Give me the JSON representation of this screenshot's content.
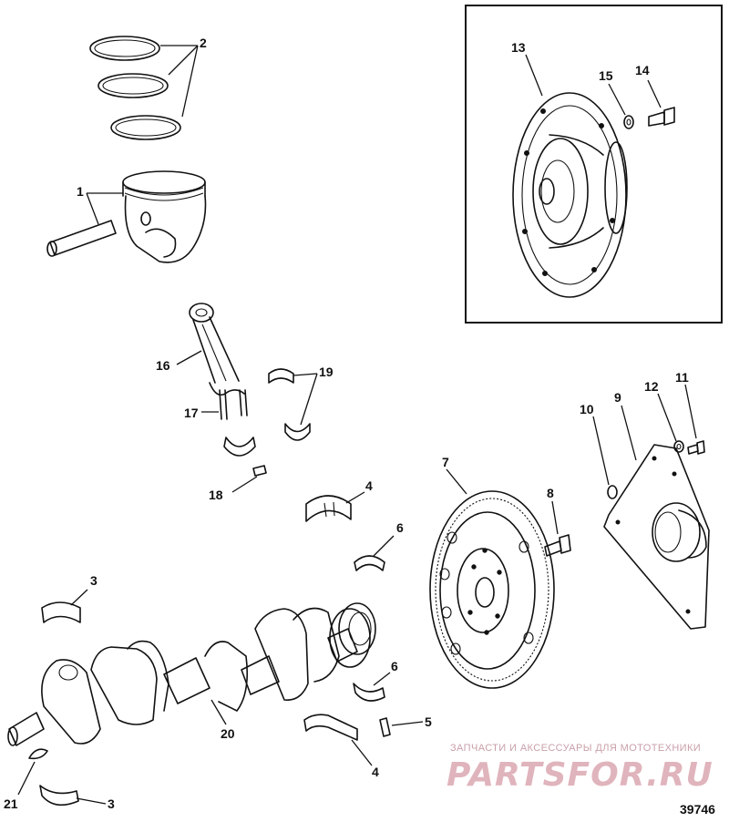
{
  "labels": {
    "l1": "1",
    "l2": "2",
    "l3a": "3",
    "l3b": "3",
    "l4a": "4",
    "l4b": "4",
    "l5": "5",
    "l6a": "6",
    "l6b": "6",
    "l7": "7",
    "l8": "8",
    "l9": "9",
    "l10": "10",
    "l11": "11",
    "l12": "12",
    "l13": "13",
    "l14": "14",
    "l15": "15",
    "l16": "16",
    "l17": "17",
    "l18": "18",
    "l19": "19",
    "l20": "20",
    "l21": "21"
  },
  "figure_number": "39746",
  "watermark": {
    "tagline": "ЗАПЧАСТИ И АКСЕССУАРЫ ДЛЯ МОТОТЕХНИКИ",
    "logo": "PARTSFOR.RU",
    "color": "#e0b4bc"
  }
}
